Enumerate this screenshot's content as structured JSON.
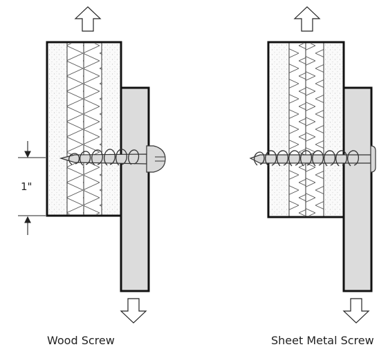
{
  "figures": [
    {
      "id": "wood",
      "caption": "Wood Screw"
    },
    {
      "id": "sheet",
      "caption": "Sheet Metal Screw"
    }
  ],
  "dimension": {
    "label": "1\""
  },
  "colors": {
    "outline": "#111111",
    "plate": "#dcdcdc",
    "screw": "#d9d9d9",
    "stipple": "#9a9a9a"
  }
}
